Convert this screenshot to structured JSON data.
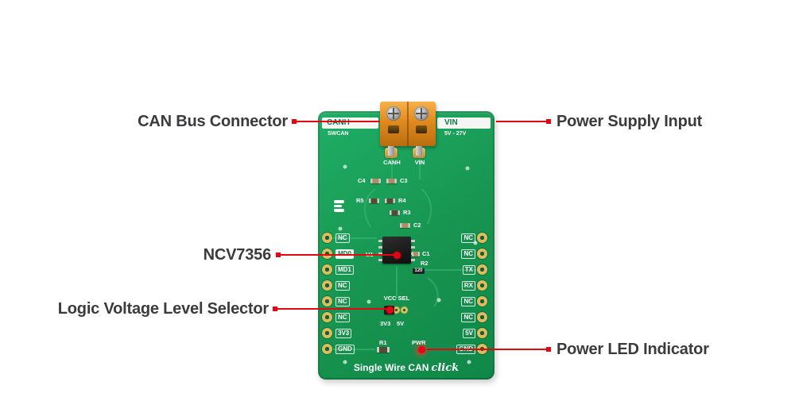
{
  "colors": {
    "annotation_red": "#e30613",
    "pcb_green": "#17944f",
    "terminal_orange": "#e08a1e",
    "annotation_text": "#3b3b3d"
  },
  "annotations": {
    "can_bus_connector": {
      "label": "CAN Bus Connector"
    },
    "power_supply_input": {
      "label": "Power Supply Input"
    },
    "ncv7356": {
      "label": "NCV7356"
    },
    "logic_voltage_level_selector": {
      "label": "Logic Voltage Level Selector"
    },
    "power_led_indicator": {
      "label": "Power LED Indicator"
    }
  },
  "board": {
    "title_main": "Single Wire CAN",
    "title_script": "click",
    "terminal": {
      "left_label": "CANH",
      "left_sub": "SWCAN",
      "right_label": "VIN",
      "right_sub": "5V - 27V"
    },
    "pads": {
      "left": "CANH",
      "right": "VIN"
    },
    "left_pins": [
      "NC",
      "MD0",
      "MD1",
      "NC",
      "NC",
      "NC",
      "3V3",
      "GND"
    ],
    "right_pins": [
      "NC",
      "NC",
      "TX",
      "RX",
      "NC",
      "NC",
      "5V",
      "GND"
    ],
    "refs": {
      "c4": "C4",
      "c3": "C3",
      "r5": "R5",
      "r4": "R4",
      "r3": "R3",
      "c2": "C2",
      "u1": "U1",
      "c1": "C1",
      "r2": "R2",
      "r2_value": "120",
      "vcc_sel": "VCC SEL",
      "sel_left": "3V3",
      "sel_right": "5V",
      "r1": "R1",
      "pwr": "PWR"
    }
  }
}
